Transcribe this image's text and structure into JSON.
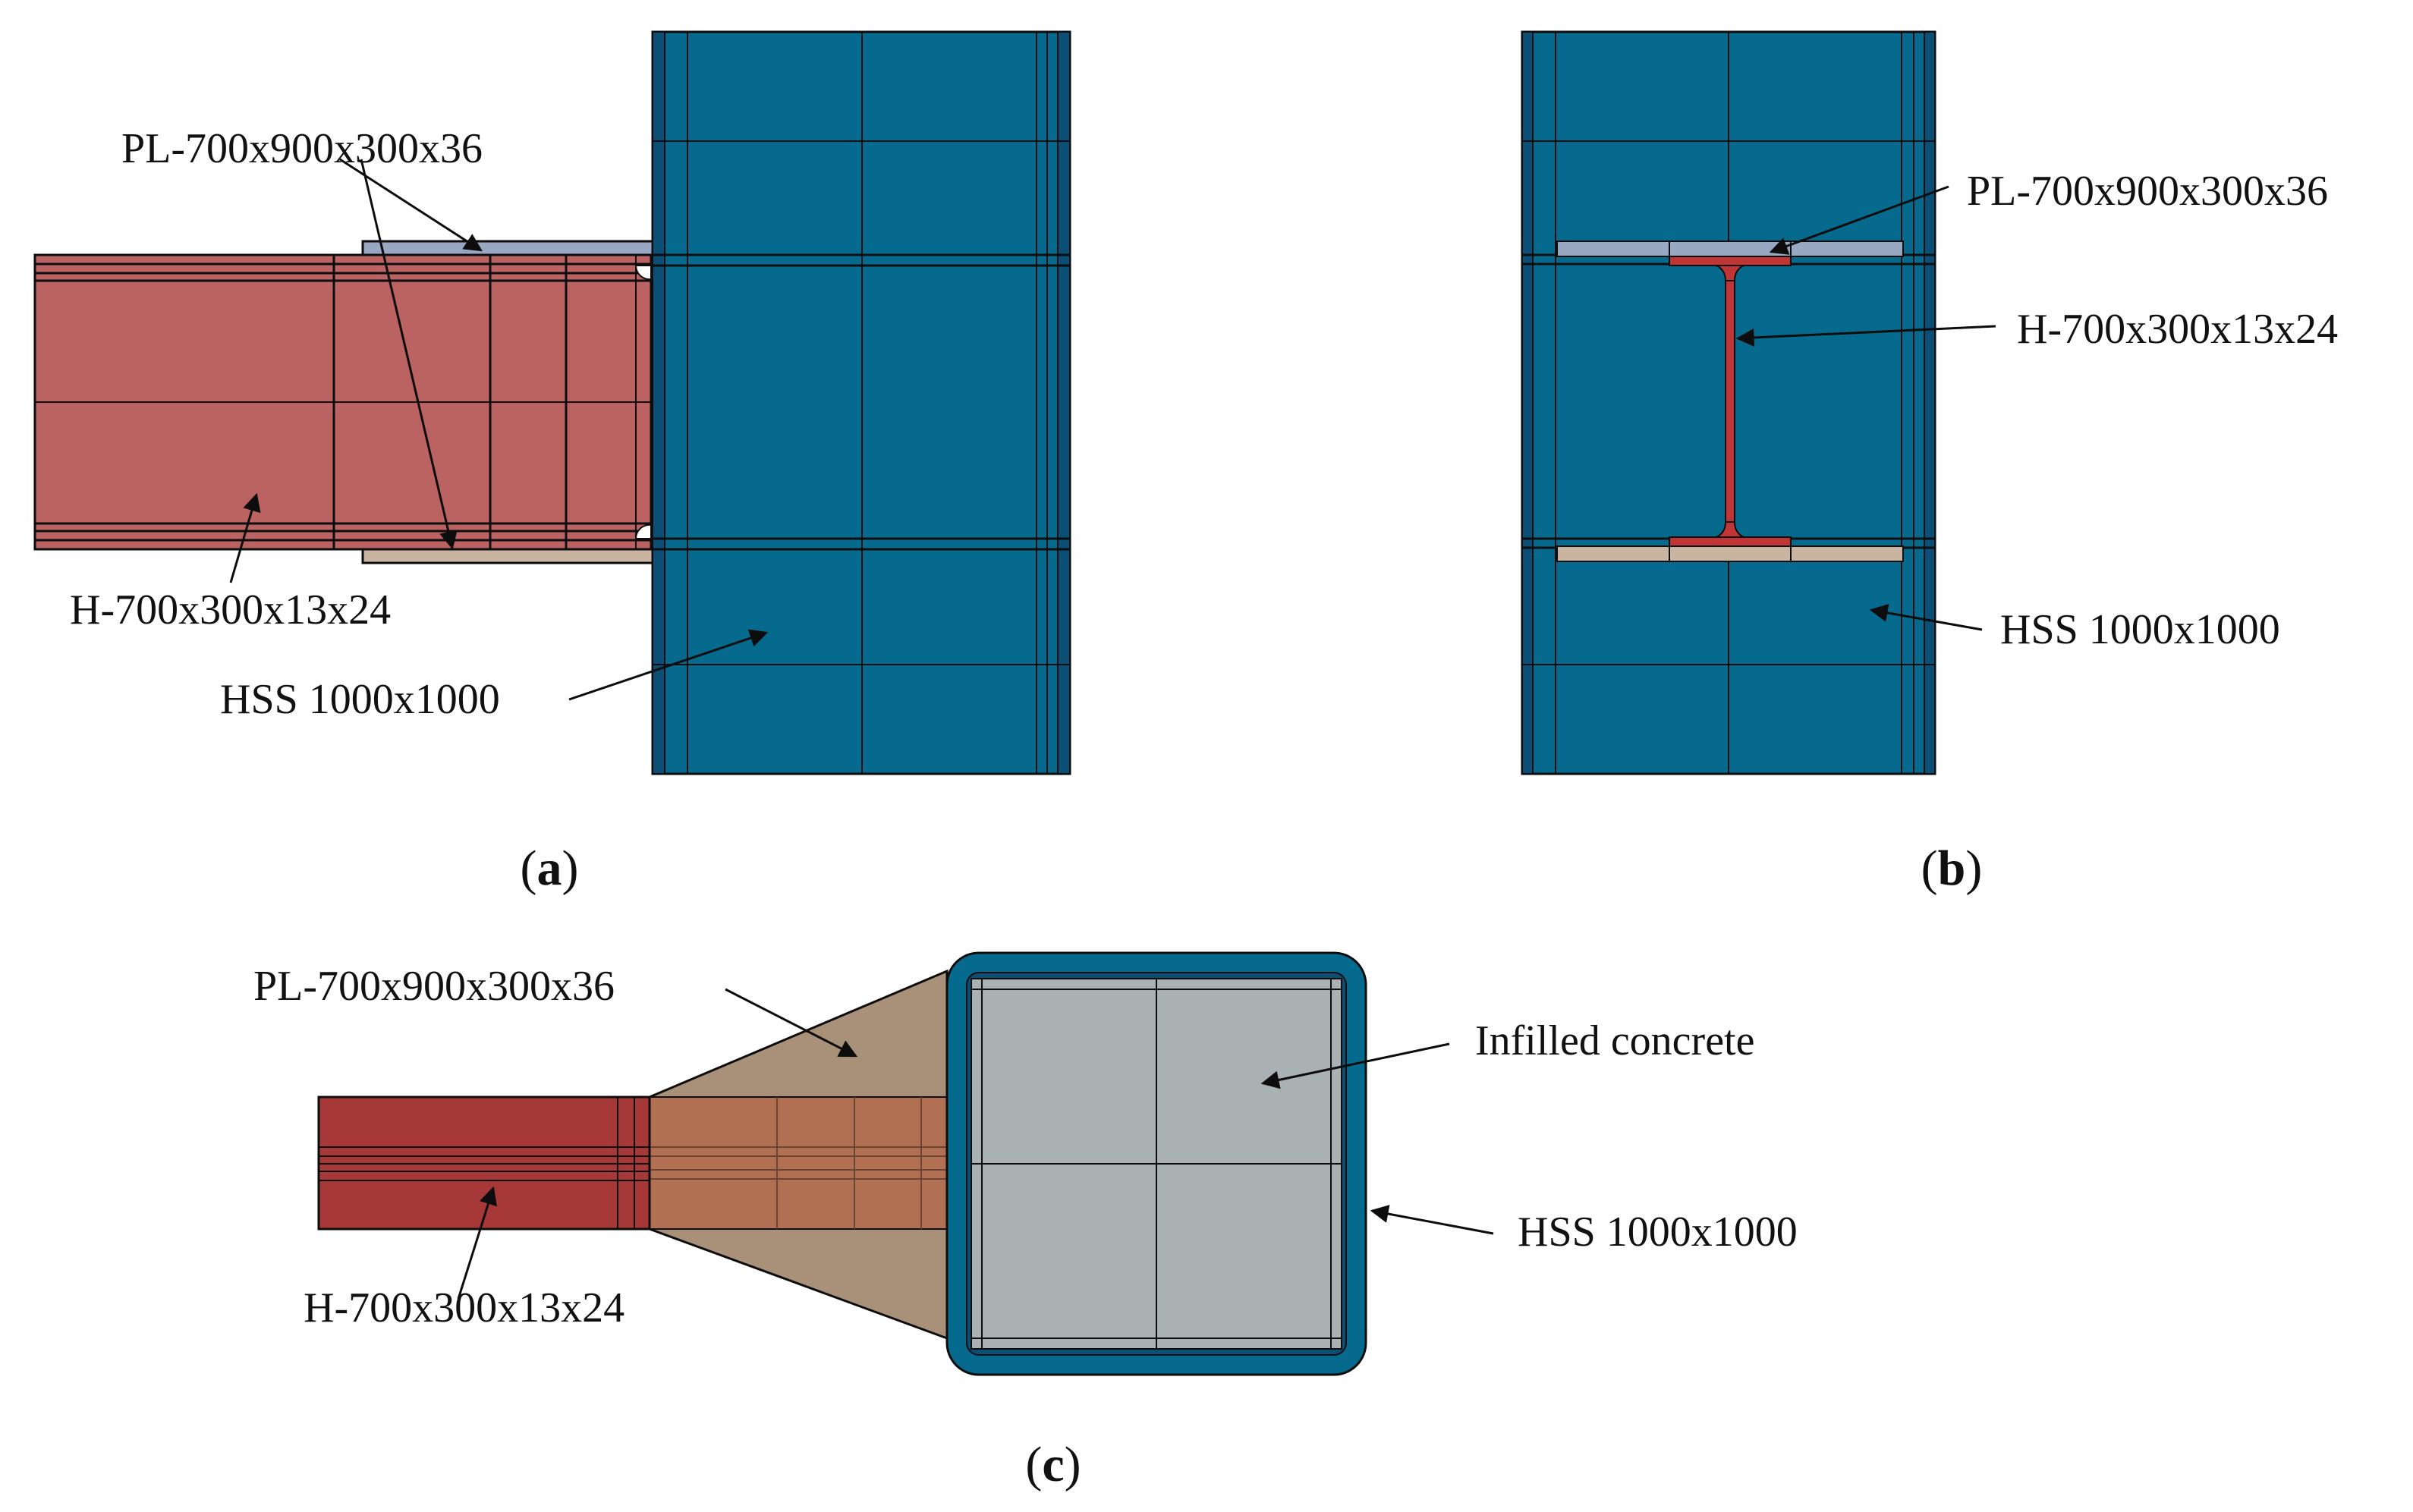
{
  "colors": {
    "column_blue": "#066a8e",
    "column_dark": "#0b4e76",
    "beam_red_a": "#bb6262",
    "beam_red_c": "#a63938",
    "web_red": "#c03636",
    "plate_top": "#98a8c2",
    "plate_bottom": "#c9b4a2",
    "plate_c": "#a99179",
    "plate_c_beam": "#b17052",
    "concrete": "#aab1b2",
    "line": "#0d0d0d"
  },
  "panel_a": {
    "caption_prefix": "(",
    "caption_letter": "a",
    "caption_suffix": ")",
    "label_plate": "PL-700x900x300x36",
    "label_beam": "H-700x300x13x24",
    "label_column": "HSS 1000x1000"
  },
  "panel_b": {
    "caption_prefix": "(",
    "caption_letter": "b",
    "caption_suffix": ")",
    "label_plate": "PL-700x900x300x36",
    "label_beam": "H-700x300x13x24",
    "label_column": "HSS 1000x1000"
  },
  "panel_c": {
    "caption_prefix": "(",
    "caption_letter": "c",
    "caption_suffix": ")",
    "label_plate": "PL-700x900x300x36",
    "label_beam": "H-700x300x13x24",
    "label_concrete": "Infilled concrete",
    "label_column": "HSS 1000x1000"
  }
}
